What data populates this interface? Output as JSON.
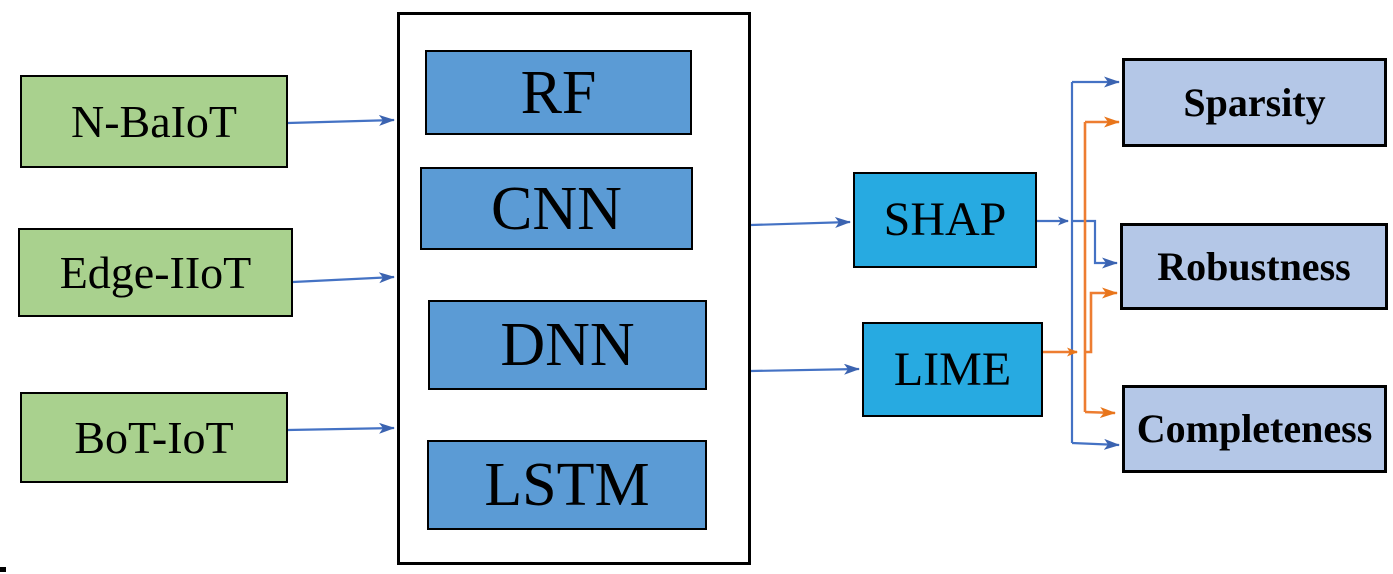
{
  "datasets": {
    "items": [
      {
        "label": "N-BaIoT"
      },
      {
        "label": "Edge-IIoT"
      },
      {
        "label": "BoT-IoT"
      }
    ]
  },
  "models": {
    "items": [
      {
        "label": "RF"
      },
      {
        "label": "CNN"
      },
      {
        "label": "DNN"
      },
      {
        "label": "LSTM"
      }
    ]
  },
  "explainers": {
    "items": [
      {
        "label": "SHAP"
      },
      {
        "label": "LIME"
      }
    ]
  },
  "metrics": {
    "items": [
      {
        "label": "Sparsity"
      },
      {
        "label": "Robustness"
      },
      {
        "label": "Completeness"
      }
    ]
  },
  "colors": {
    "dataset_fill": "#A9D18E",
    "model_fill": "#5B9BD5",
    "explainer_fill": "#27AAE1",
    "metric_fill": "#B4C7E7",
    "arrow_blue": "#4472C4",
    "arrowhead_blue": "#3B63B0",
    "arrow_orange": "#ED7D31",
    "arrowhead_orange": "#E8751A",
    "box_border": "#000000"
  },
  "edges": [
    {
      "from": "N-BaIoT",
      "to": "models-group",
      "color": "blue"
    },
    {
      "from": "Edge-IIoT",
      "to": "models-group",
      "color": "blue"
    },
    {
      "from": "BoT-IoT",
      "to": "models-group",
      "color": "blue"
    },
    {
      "from": "models-group",
      "to": "SHAP",
      "color": "blue"
    },
    {
      "from": "models-group",
      "to": "LIME",
      "color": "blue"
    },
    {
      "from": "SHAP",
      "to": "Sparsity",
      "color": "blue"
    },
    {
      "from": "SHAP",
      "to": "Robustness",
      "color": "blue"
    },
    {
      "from": "SHAP",
      "to": "Completeness",
      "color": "blue"
    },
    {
      "from": "LIME",
      "to": "Sparsity",
      "color": "orange"
    },
    {
      "from": "LIME",
      "to": "Robustness",
      "color": "orange"
    },
    {
      "from": "LIME",
      "to": "Completeness",
      "color": "orange"
    }
  ]
}
